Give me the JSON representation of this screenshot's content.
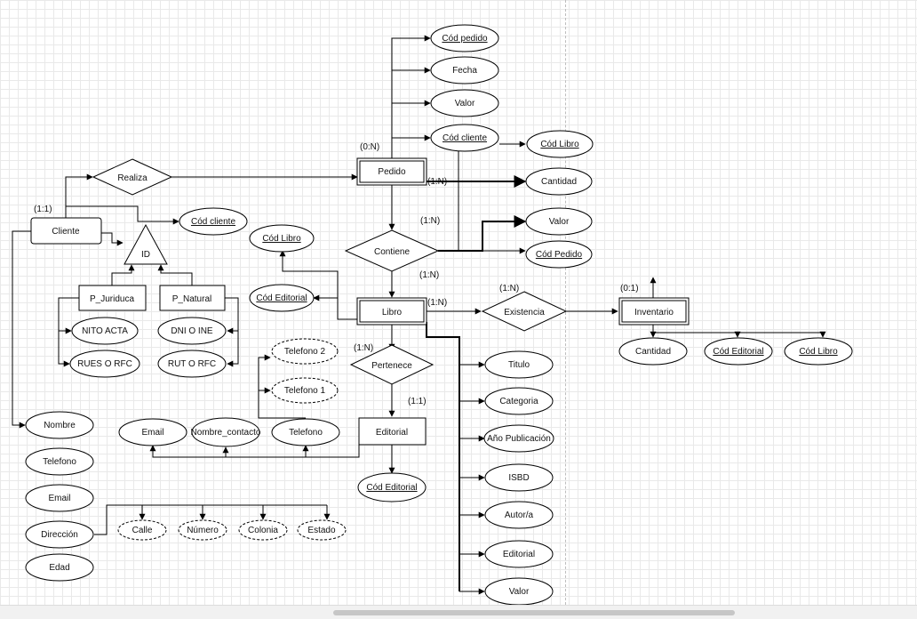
{
  "diagram": {
    "entities": {
      "cliente": "Cliente",
      "pedido": "Pedido",
      "libro": "Libro",
      "editorial": "Editorial",
      "inventario": "Inventario",
      "p_juridica": "P_Juriduca",
      "p_natural": "P_Natural"
    },
    "relationships": {
      "realiza": "Realiza",
      "contiene": "Contiene",
      "pertenece": "Pertenece",
      "existencia": "Existencia"
    },
    "specialization_label": "ID",
    "attributes": {
      "pedido_cod_pedido": "Cód pedido",
      "pedido_fecha": "Fecha",
      "pedido_valor": "Valor",
      "pedido_cod_cliente": "Cód cliente",
      "pedido_cod_libro": "Cód Libro",
      "pedido_cantidad": "Cantidad",
      "contiene_valor": "Valor",
      "contiene_cod_pedido": "Cód Pedido",
      "cliente_cod_cliente": "Cód cliente",
      "libro_cod_libro": "Cód Libro",
      "libro_cod_editorial": "Cód Editorial",
      "nito_acta": "NITO ACTA",
      "rues_rfc": "RUES O RFC",
      "dni_ine": "DNI O INE",
      "rut_rfc": "RUT O RFC",
      "telefono_2": "Telefono 2",
      "telefono_1": "Telefono 1",
      "editorial_email": "Email",
      "editorial_nombre_contacto": "Nombre_contacto",
      "editorial_telefono": "Telefono",
      "editorial_cod_editorial": "Cód Editorial",
      "cliente_nombre": "Nombre",
      "cliente_telefono": "Telefono",
      "cliente_email": "Email",
      "cliente_direccion": "Dirección",
      "cliente_edad": "Edad",
      "calle": "Calle",
      "numero": "Número",
      "colonia": "Colonia",
      "estado": "Estado",
      "libro_titulo": "Titulo",
      "libro_categoria": "Categoria",
      "libro_anio": "Año Publicación",
      "libro_isbd": "ISBD",
      "libro_autor": "Autor/a",
      "libro_editorial": "Editorial",
      "libro_valor": "Valor",
      "inv_cantidad": "Cantidad",
      "inv_cod_editorial": "Cód Editorial",
      "inv_cod_libro": "Cód Libro"
    },
    "cardinalities": {
      "cliente": "(1:1)",
      "pedido_top": "(0:N)",
      "pedido_side": "(1:N)",
      "contiene_top": "(1:N)",
      "contiene_bottom": "(1:N)",
      "libro_side": "(1:N)",
      "existencia": "(1:N)",
      "inventario": "(0:1)",
      "pertenece_left": "(1:N)",
      "pertenece_right": "(1:1)"
    }
  }
}
